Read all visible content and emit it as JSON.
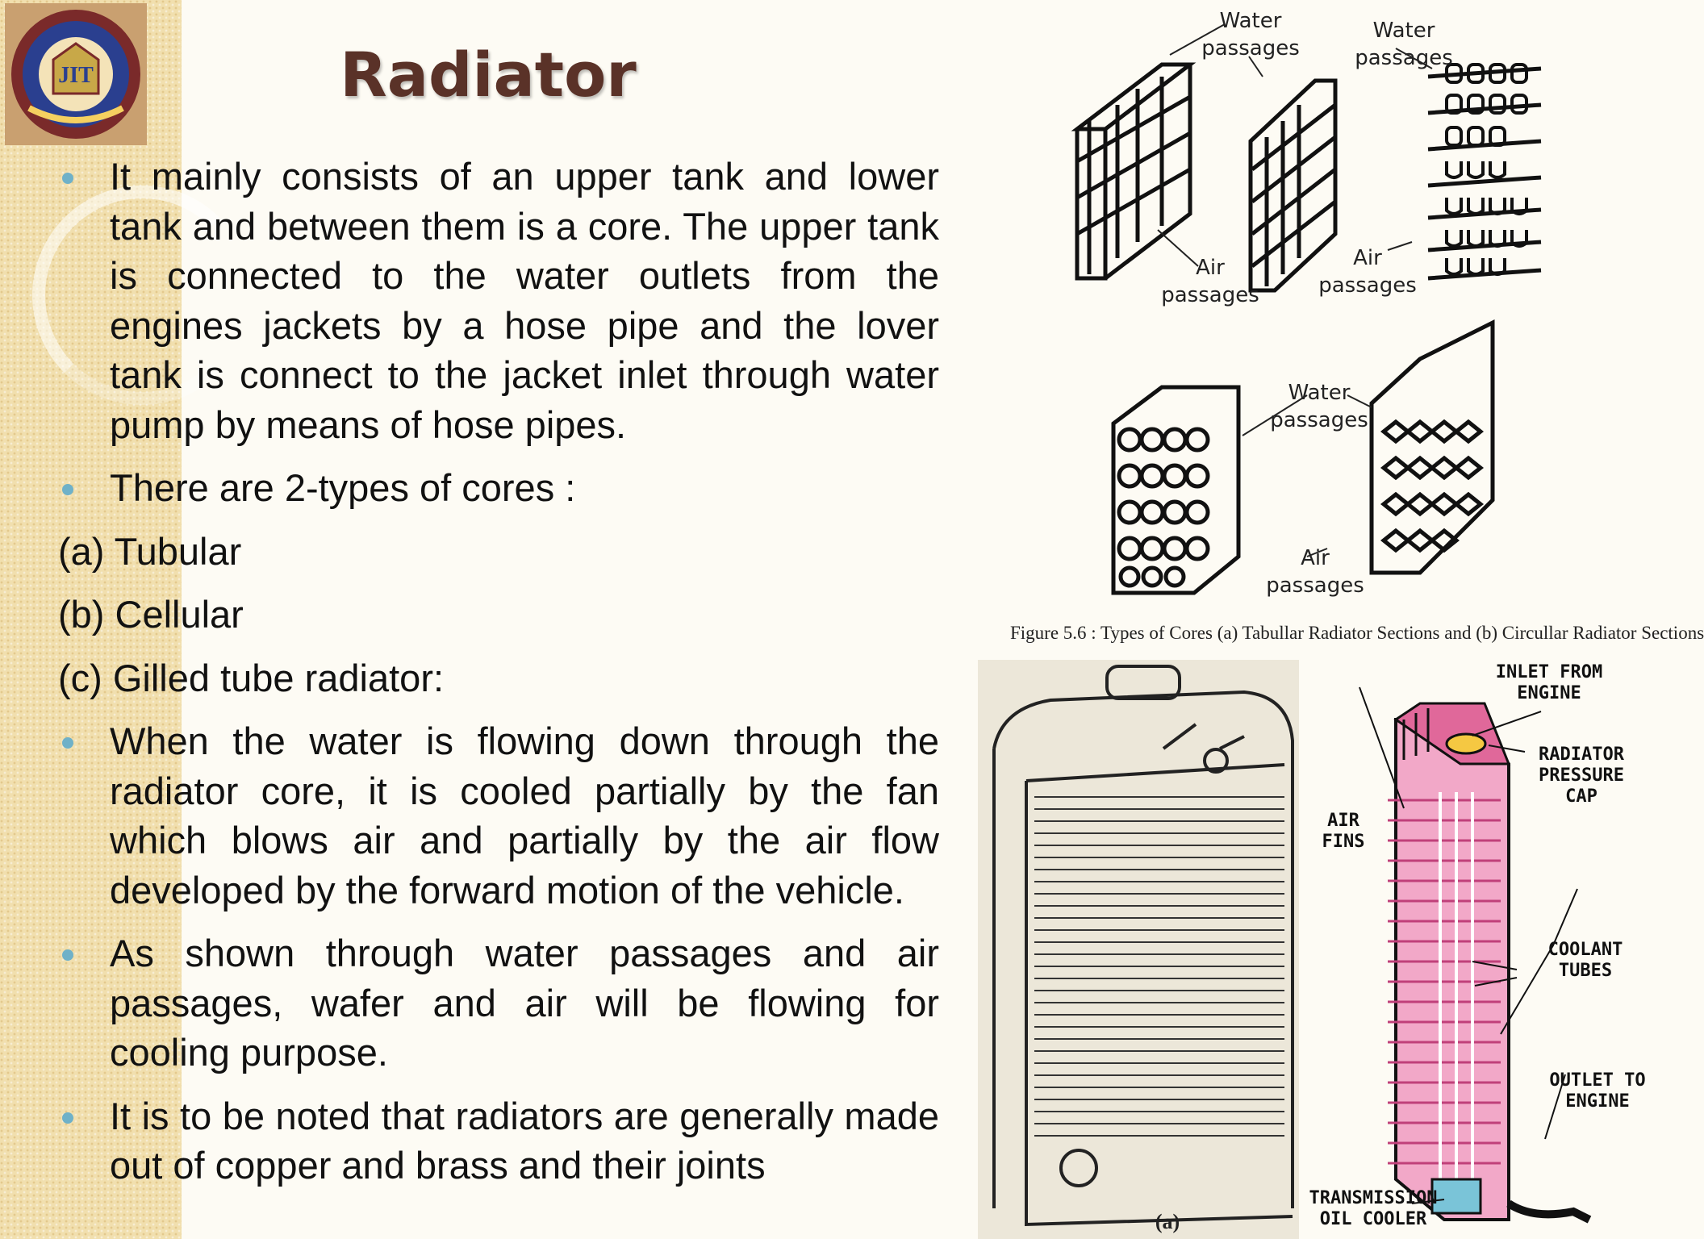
{
  "slide": {
    "title": "Radiator",
    "logo_text": "JIT",
    "bullets": [
      "It mainly consists of an upper tank and lower tank and between them is a core. The upper tank is connected to the water outlets from the engines jackets by a hose pipe and the lover tank is connect to the jacket inlet through water pump by means of hose pipes.",
      "There are 2-types of cores :"
    ],
    "sub_items": [
      "(a) Tubular",
      "(b) Cellular",
      "(c) Gilled tube radiator:"
    ],
    "bullets_2": [
      "When the water is flowing down through the radiator core, it is cooled partially by the fan which blows air and partially by the air flow developed by the forward motion of the vehicle.",
      "As shown through water passages and air passages, wafer and air will be flowing for cooling purpose.",
      "It is to be noted that radiators are generally made out of copper and brass and their joints"
    ]
  },
  "figure_cores": {
    "labels": {
      "water_1": [
        "Water",
        "passages"
      ],
      "water_2": [
        "Water",
        "passages"
      ],
      "air_1": [
        "Air",
        "passages"
      ],
      "air_2": [
        "Air",
        "passages"
      ],
      "water_3": [
        "Water",
        "passages"
      ],
      "air_3": [
        "Air",
        "passages"
      ]
    },
    "caption": "Figure 5.6 : Types of Cores (a) Tabullar Radiator Sections and (b) Circullar Radiator Sections"
  },
  "figure_radiator": {
    "label": "(a)"
  },
  "figure_cutaway": {
    "labels": {
      "inlet": [
        "INLET FROM",
        "ENGINE"
      ],
      "cap": [
        "RADIATOR",
        "PRESSURE",
        "CAP"
      ],
      "fins": [
        "AIR",
        "FINS"
      ],
      "tubes": [
        "COOLANT",
        "TUBES"
      ],
      "outlet": [
        "OUTLET TO",
        "ENGINE"
      ],
      "cooler": [
        "TRANSMISSION",
        "OIL COOLER"
      ]
    },
    "colors": {
      "body": "#f2a8c8",
      "cap": "#f5c842",
      "cooler": "#7ac4d8"
    }
  }
}
